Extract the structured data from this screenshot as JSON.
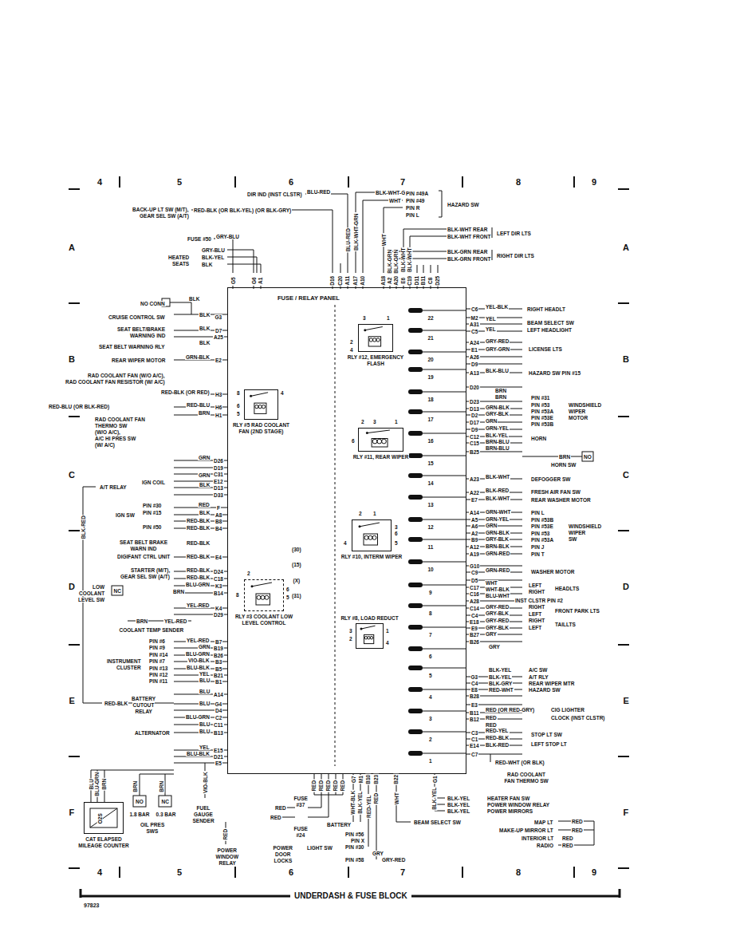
{
  "diagram": {
    "title": "UNDERDASH & FUSE BLOCK",
    "nodes": [
      {
        "text": [
          "FUSE / RELAY PANEL"
        ]
      },
      {
        "text": [
          "RLY #12, EMERGENCY FLASH"
        ],
        "in": 0
      },
      {
        "text": [
          "RLY #5 RAD COOLANT FAN (2ND STAGE)"
        ],
        "in": 0
      },
      {
        "text": [
          "RLY #11, REAR WIPER"
        ],
        "in": 0
      },
      {
        "text": [
          "RLY #10, INTERM WIPER"
        ],
        "in": 0
      },
      {
        "text": [
          "RLY #3 COOLANT LOW LEVEL CONTROL"
        ],
        "in": 0
      },
      {
        "text": [
          "RLY #8, LOAD REDUCT"
        ],
        "in": 0
      },
      {
        "text": [
          "CAT ELAPSED MILEAGE COUNTER"
        ]
      }
    ],
    "labels": [
      "4",
      "5",
      "6",
      "7",
      "8",
      "9",
      "4",
      "5",
      "6",
      "7",
      "8",
      "9",
      "A",
      "A",
      "B",
      "B",
      "C",
      "C",
      "D",
      "D",
      "E",
      "E",
      "F",
      "F",
      "97823",
      "DIR IND (INST CLSTR)",
      "BLU-RED",
      "BACK-UP LT SW (M/T),",
      "GEAR SEL SW (A/T)",
      "RED-BLK (OR BLK-YEL) (OR BLK-GRY)",
      "BLK-WHT-GRN",
      "WHT",
      "PIN #49A",
      "PIN #49",
      "PIN R",
      "PIN L",
      "HAZARD SW",
      "FUSE #50",
      "GRY-BLU",
      "GRY-BLU",
      "BLK-YEL",
      "BLK",
      "HEATED",
      "SEATS",
      "BLK-WHT",
      "REAR",
      "BLK-WHT",
      "FRONT",
      "LEFT DIR LTS",
      "BLK-GRN",
      "REAR",
      "BLK-GRN",
      "FRONT",
      "RIGHT DIR LTS",
      "BLU-RED",
      "BLK-WHT-GRN",
      "WHT",
      "BLK-GRN",
      "BLK-GRN",
      "BLK-WHT",
      "BLK-WHT",
      "G5",
      "G6",
      "A1",
      "D16",
      "C20",
      "A11",
      "A17",
      "A10",
      "A18",
      "A2",
      "A20",
      "E6",
      "C19",
      "D11",
      "B11",
      "C8",
      "D25",
      "NO CONN",
      "BLK",
      "CRUISE CONTROL SW",
      "BLK",
      "G3",
      "SEAT BELT/BRAKE",
      "WARNING IND",
      "BLK",
      "D7",
      "A25",
      "SEAT BELT WARNING RLY",
      "BLK",
      "REAR WIPER MOTOR",
      "GRN-BLK",
      "E2",
      "RAD COOLANT FAN (W/O A/C),",
      "RAD COOLANT FAN RESISTOR (W/ A/C)",
      "RED-BLK (OR RED)",
      "H3",
      "RED-BLU (OR BLK-RED)",
      "RED-BLU",
      "H6",
      "BRN",
      "H1",
      "RAD COOLANT FAN",
      "THERMO SW",
      "(W/O A/C),",
      "A/C HI PRES SW",
      "(W/ A/C)",
      "GRN",
      "D26",
      "D19",
      "C31",
      "GRN",
      "IGN COIL",
      "E12",
      "BLK",
      "D13",
      "D33",
      "BLK-RED",
      "A/T RELAY",
      "PIN #30",
      "RED",
      "F",
      "PIN #15",
      "BLK",
      "A8",
      "IGN SW",
      "RED-BLK",
      "B8",
      "PIN #50",
      "RED-BLK",
      "B4",
      "SEAT BELT BRAKE",
      "WARN IND",
      "RED-BLK",
      "DIGIFANT CTRL UNIT",
      "RED-BLK",
      "E4",
      "STARTER (M/T),",
      "GEAR SEL SW (A/T)",
      "RED-BLK",
      "RED-BLK",
      "D24",
      "C18",
      "LOW",
      "COOLANT",
      "LEVEL SW",
      "NC",
      "BLU-GRN",
      "BRN",
      "K3",
      "B14",
      "YEL-RED",
      "K4",
      "D29",
      "BRN",
      "YEL-RED",
      "COOLANT TEMP SENDER",
      "PIN #6",
      "YEL-RED",
      "B7",
      "PIN #9",
      "GRN",
      "B19",
      "PIN #14",
      "BLU-GRN",
      "B26",
      "PIN #7",
      "VIO-BLK",
      "B3",
      "PIN #13",
      "BLU-BLK",
      "B5",
      "PIN #12",
      "YEL",
      "B21",
      "PIN #11",
      "BLU",
      "B1",
      "INSTRUMENT",
      "CLUSTER",
      "BLU",
      "A14",
      "BATTERY",
      "CUTOUT",
      "RELAY",
      "RED-BLK",
      "BLU",
      "G4",
      "D4",
      "BLU-GRN",
      "C2",
      "BLU",
      "C11",
      "ALTERNATOR",
      "BLU",
      "B13",
      "YEL",
      "E15",
      "BLU-BLK",
      "D21",
      "E5",
      "VIO-BLK",
      "BLU",
      "BLU-GRN",
      "BRN",
      "O2S",
      "BRN",
      "BRN",
      "NO",
      "NC",
      "1.8 BAR",
      "0.3 BAR",
      "OIL PRES",
      "SWS",
      "FUEL",
      "GAUGE",
      "SENDER",
      "RED",
      "POWER",
      "WINDOW",
      "RELAY",
      "RED",
      "RED",
      "RED",
      "RED",
      "RED",
      "G7",
      "M1",
      "B10",
      "B23",
      "B22",
      "G1",
      "WHT-BLK",
      "BLK-YEL",
      "RED-YEL",
      "RED",
      "WHT",
      "BLK-YEL",
      "FUSE",
      "#37",
      "RED",
      "RED",
      "FUSE",
      "#24",
      "POWER",
      "DOOR",
      "LOCKS",
      "BATTERY",
      "BEAM SELECT SW",
      "PIN #56",
      "PIN X",
      "LIGHT SW",
      "PIN #30",
      "GRY",
      "PIN #58",
      "GRY-RED",
      "BLK-YEL",
      "HEATER FAN SW",
      "BLK-YEL",
      "POWER WINDOW RELAY",
      "BLK-YEL",
      "POWER MIRRORS",
      "MAP LT",
      "RED",
      "MAKE-UP MIRROR LT",
      "RED",
      "INTERIOR LT",
      "RED",
      "RADIO",
      "RED",
      "RED-WHT (OR BLK)",
      "RAD COOLANT",
      "FAN THERMO SW",
      "C6",
      "YEL-BLK",
      "RIGHT HEADLT",
      "M2",
      "YEL",
      "A31",
      "BEAM SELECT SW",
      "C5",
      "YEL",
      "LEFT HEADLIGHT",
      "A24",
      "GRY-RED",
      "E1",
      "GRY-GRN",
      "A26",
      "D9",
      "LICENSE LTS",
      "A13",
      "BLK-BLU",
      "HAZARD SW PIN #15",
      "D20",
      "BRN",
      "BRN",
      "D23",
      "GRN-BLK",
      "D13",
      "GRY-BLK",
      "D2",
      "GRN",
      "D17",
      "GRN-YEL",
      "D9",
      "BLK-YEL",
      "C12",
      "BRN-BLU",
      "C15",
      "BRN-BLU",
      "B25",
      "PIN #31",
      "PIN #53",
      "PIN #53A",
      "PIN #53E",
      "PIN #53B",
      "WINDSHIELD",
      "WIPER",
      "MOTOR",
      "HORN",
      "BRN",
      "NO",
      "HORN SW",
      "A23",
      "BLK-WHT",
      "DEFOGGER SW",
      "A22",
      "BLK-RED",
      "FRESH AIR FAN SW",
      "E7",
      "BLK-WHT",
      "REAR WASHER MOTOR",
      "A14",
      "GRN-WHT",
      "PIN L",
      "A5",
      "GRN-YEL",
      "PIN #53B",
      "A6",
      "GRN",
      "PIN #53E",
      "A2",
      "GRN-BLK",
      "PIN #53",
      "B9",
      "GRY-BLK",
      "PIN #53A",
      "A12",
      "BRN-BLK",
      "PIN J",
      "A19",
      "GRN-RED",
      "PIN T",
      "WINDSHIELD",
      "WIPER",
      "SW",
      "G10",
      "C9",
      "GRN-RED",
      "WASHER MOTOR",
      "D5",
      "WHT",
      "C17",
      "WHT-BLK",
      "C16",
      "BLU-WHT",
      "A28",
      "LEFT",
      "RIGHT",
      "INST CLSTR PIN #2",
      "HEADLTS",
      "C14",
      "GRY-RED",
      "RIGHT",
      "C4",
      "GRY-BLK",
      "LEFT",
      "E18",
      "GRY-RED",
      "RIGHT",
      "E9",
      "GRY-BLK",
      "LEFT",
      "FRONT PARK LTS",
      "TAILLTS",
      "B27",
      "GRY",
      "B26",
      "GRY",
      "BLK-YEL",
      "A/C SW",
      "G3",
      "BLK-YEL",
      "A/T RLY",
      "C4",
      "BLK-GRY",
      "REAR WIPER MTR",
      "E8",
      "RED-WHT",
      "HAZARD SW",
      "B28",
      "E3",
      "RED (OR RED-GRY)",
      "CIG LIGHTER",
      "B11",
      "RED",
      "CLOCK (INST CLSTR)",
      "B12",
      "RED",
      "C3",
      "RED-YEL",
      "STOP LT SW",
      "C1",
      "RED-BLK",
      "E14",
      "BLK-RED",
      "LEFT STOP LT",
      "C7",
      "22",
      "21",
      "20",
      "19",
      "18",
      "17",
      "16",
      "15",
      "14",
      "13",
      "12",
      "11",
      "10",
      "9",
      "8",
      "7",
      "6",
      "5",
      "4",
      "3",
      "2",
      "1",
      "3",
      "1",
      "2",
      "4",
      "8",
      "4",
      "6",
      "5",
      "2",
      "3",
      "1",
      "6",
      "2",
      "1",
      "3",
      "6",
      "4",
      "5",
      "3",
      "2",
      "1",
      "4",
      "2",
      "8",
      "6",
      "5",
      "(30)",
      "(15)",
      "(X)",
      "(31)"
    ]
  }
}
